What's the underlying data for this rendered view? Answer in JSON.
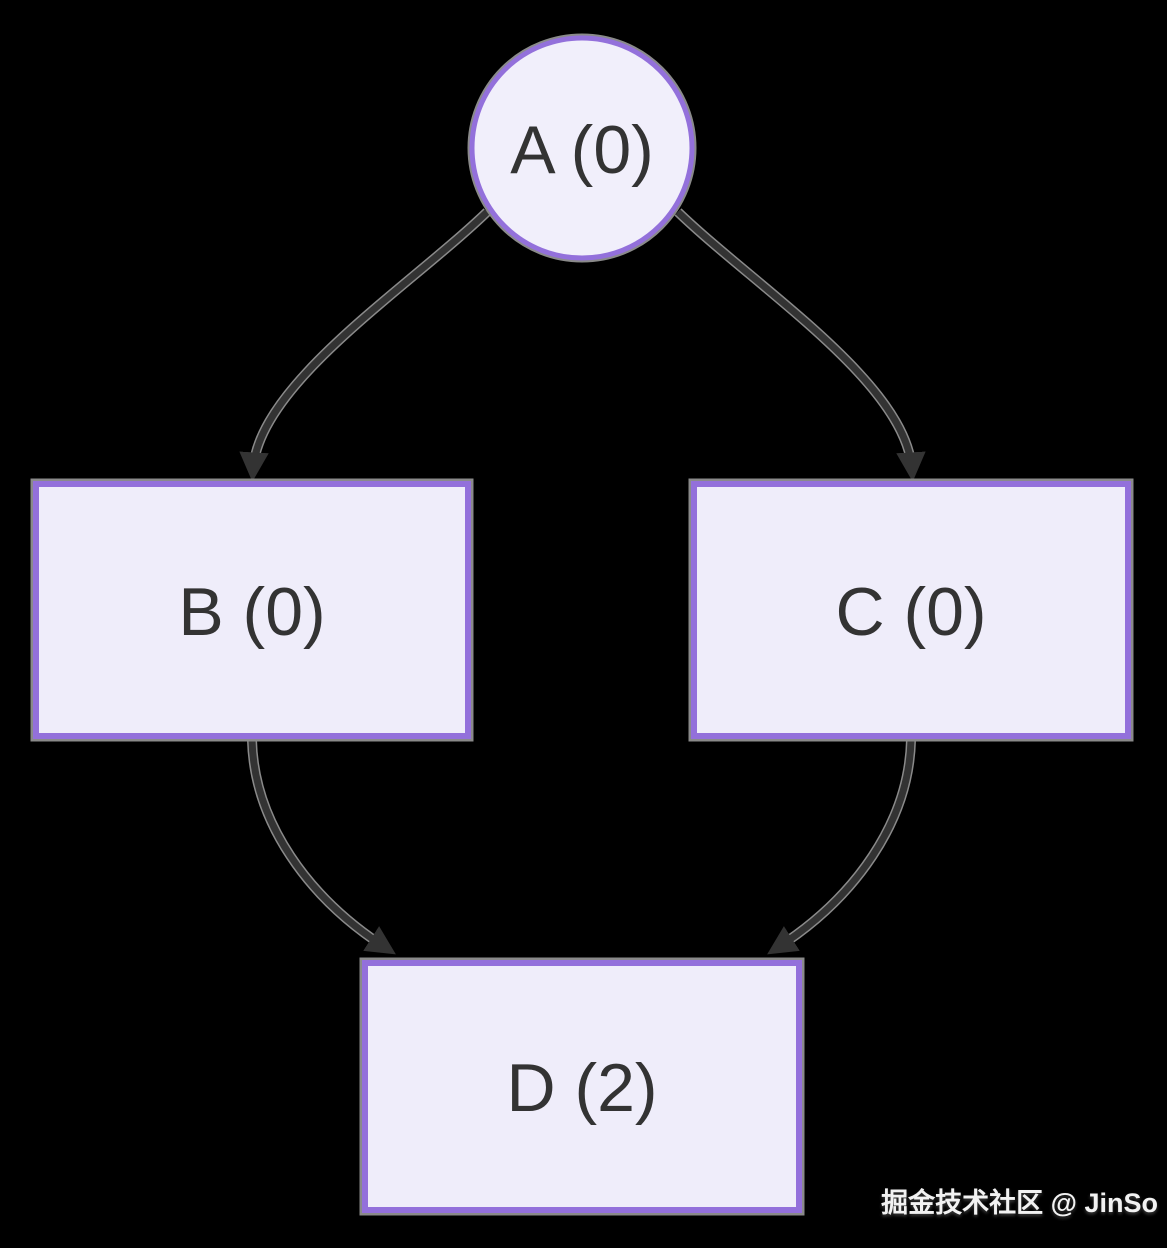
{
  "diagram": {
    "type": "flowchart",
    "direction": "top-down",
    "nodes": [
      {
        "id": "A",
        "label": "A (0)",
        "shape": "circle"
      },
      {
        "id": "B",
        "label": "B (0)",
        "shape": "rectangle"
      },
      {
        "id": "C",
        "label": "C (0)",
        "shape": "rectangle"
      },
      {
        "id": "D",
        "label": "D (2)",
        "shape": "rectangle"
      }
    ],
    "edges": [
      {
        "from": "A",
        "to": "B",
        "style": "curved-arrow"
      },
      {
        "from": "A",
        "to": "C",
        "style": "curved-arrow"
      },
      {
        "from": "B",
        "to": "D",
        "style": "curved-arrow"
      },
      {
        "from": "C",
        "to": "D",
        "style": "curved-arrow"
      }
    ],
    "colors": {
      "background": "#000000",
      "node_fill": "#EFEDFA",
      "node_border": "#9370DB",
      "halo": "#8a8a8a",
      "edge_stroke": "#333333",
      "label_text": "#333333",
      "watermark_text": "#f2f2f2"
    }
  },
  "watermark": {
    "text": "掘金技术社区 @ JinSo"
  }
}
